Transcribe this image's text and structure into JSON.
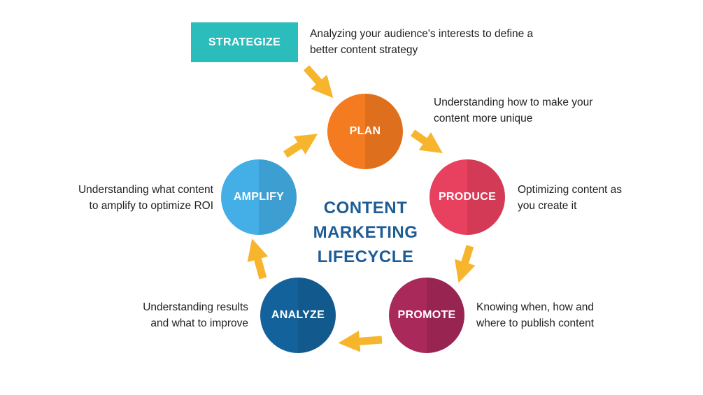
{
  "title": [
    "CONTENT",
    "MARKETING",
    "LIFECYCLE"
  ],
  "colors": {
    "strategize": "#2bbcbc",
    "plan": "#f47b20",
    "produce": "#e8405f",
    "promote": "#a8295a",
    "analyze": "#14629c",
    "amplify": "#44aee6",
    "arrow": "#f7b52d",
    "title": "#1e5c96"
  },
  "strategize": {
    "label": "STRATEGIZE",
    "description": [
      "Analyzing your audience's interests to define a",
      "better content strategy"
    ]
  },
  "stages": [
    {
      "id": "plan",
      "label": "PLAN",
      "description": [
        "Understanding how to make your",
        "content more unique"
      ]
    },
    {
      "id": "produce",
      "label": "PRODUCE",
      "description": [
        "Optimizing content as",
        "you create it"
      ]
    },
    {
      "id": "promote",
      "label": "PROMOTE",
      "description": [
        "Knowing when, how and",
        "where to publish content"
      ]
    },
    {
      "id": "analyze",
      "label": "ANALYZE",
      "description": [
        "Understanding results",
        "and what to improve"
      ]
    },
    {
      "id": "amplify",
      "label": "AMPLIFY",
      "description": [
        "Understanding what content",
        "to amplify to optimize ROI"
      ]
    }
  ]
}
